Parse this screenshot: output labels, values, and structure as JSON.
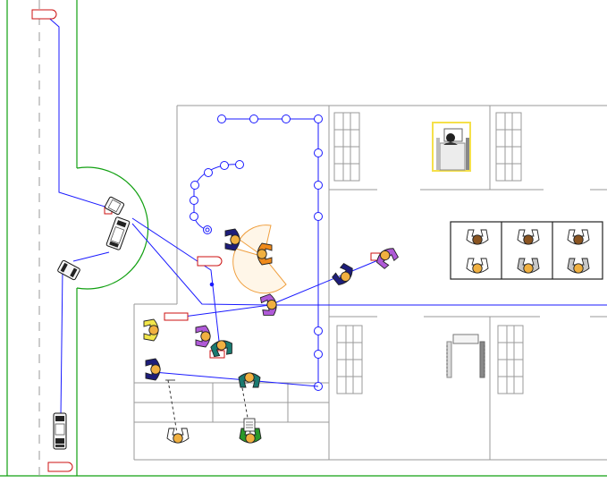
{
  "diagram": {
    "kind": "floor-plan-security-layout",
    "colors": {
      "route_line": "#1a1aff",
      "boundary_green": "#12a012",
      "wall_gray": "#9a9a9a",
      "marker_red": "#cc1111",
      "fov_orange": "#f0a040",
      "highlight_yellow": "#f5e04a",
      "person_navy": "#1d1d7a",
      "person_orange": "#f08a1a",
      "person_purple": "#b05ad8",
      "person_teal": "#1a7a70",
      "person_yellow": "#f2e64a",
      "person_green": "#2a9a2a",
      "person_white": "#ffffff",
      "person_gray": "#c8c8c8",
      "person_brown": "#8a5522",
      "skin": "#f0b040"
    },
    "legend_figures": [
      {
        "name": "person-white-brown-head",
        "body": "white",
        "head": "brown"
      },
      {
        "name": "person-white-brown-head",
        "body": "white",
        "head": "brown"
      },
      {
        "name": "person-white-brown-head",
        "body": "white",
        "head": "brown"
      },
      {
        "name": "person-white",
        "body": "white",
        "head": "skin"
      },
      {
        "name": "person-gray",
        "body": "gray",
        "head": "skin"
      },
      {
        "name": "person-gray",
        "body": "gray",
        "head": "skin"
      }
    ],
    "icons": [
      "walkthrough-metal-detector-icon",
      "x-ray-scanner-icon",
      "vehicle-icon",
      "barrier-gate-icon",
      "desk-monitor-icon"
    ]
  }
}
